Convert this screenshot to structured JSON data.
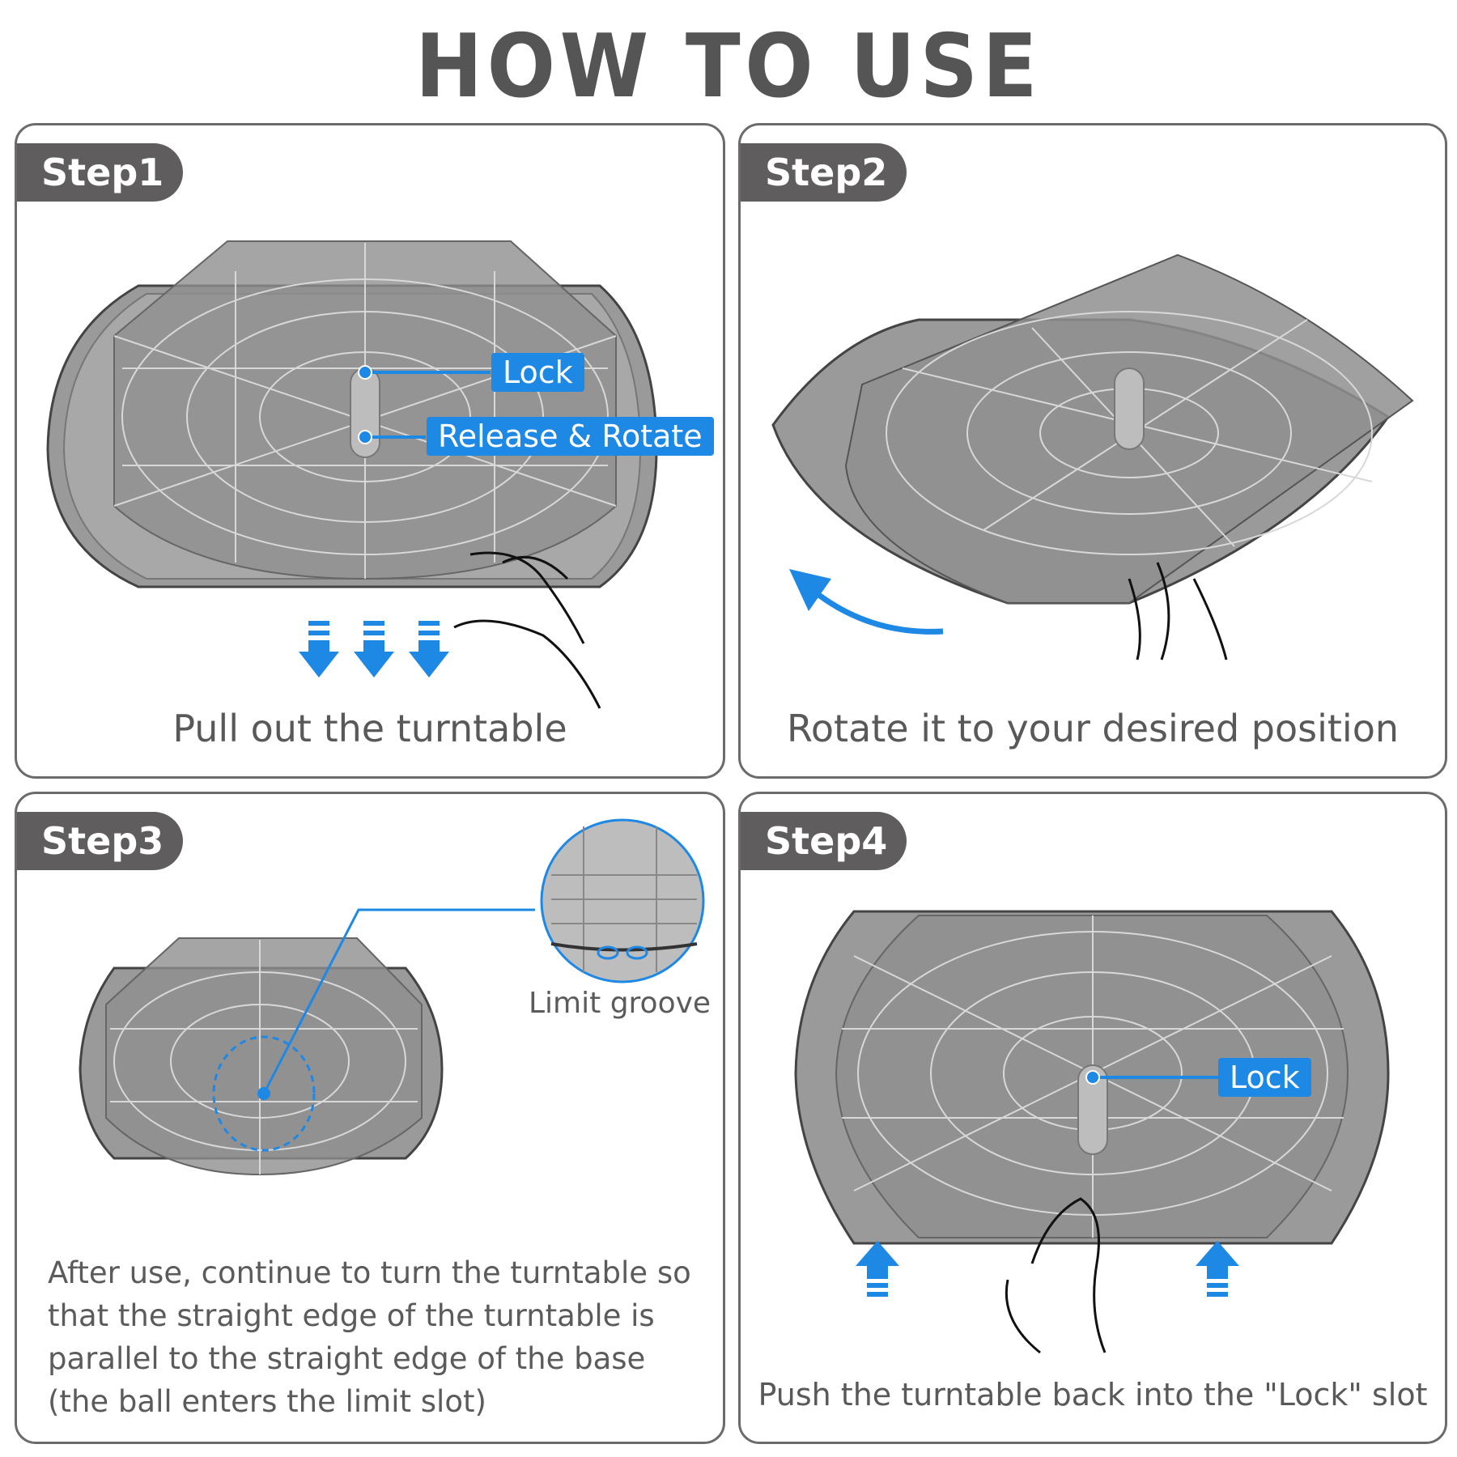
{
  "title": "HOW TO USE",
  "colors": {
    "accent": "#1e88e5",
    "badge": "#5f5d5d",
    "border": "#6b6b6b",
    "text": "#595959"
  },
  "steps": [
    {
      "label": "Step1",
      "caption": "Pull out the turntable",
      "tags": [
        "Lock",
        "Release & Rotate"
      ]
    },
    {
      "label": "Step2",
      "caption": "Rotate it to your desired position"
    },
    {
      "label": "Step3",
      "callout": "Limit groove",
      "lines": [
        "After use, continue to turn the turntable so",
        "that the straight edge of the turntable is",
        "parallel to the straight edge of the base",
        "(the ball enters the limit slot)"
      ]
    },
    {
      "label": "Step4",
      "caption": "Push the turntable back into the \"Lock\" slot",
      "tags": [
        "Lock"
      ]
    }
  ]
}
